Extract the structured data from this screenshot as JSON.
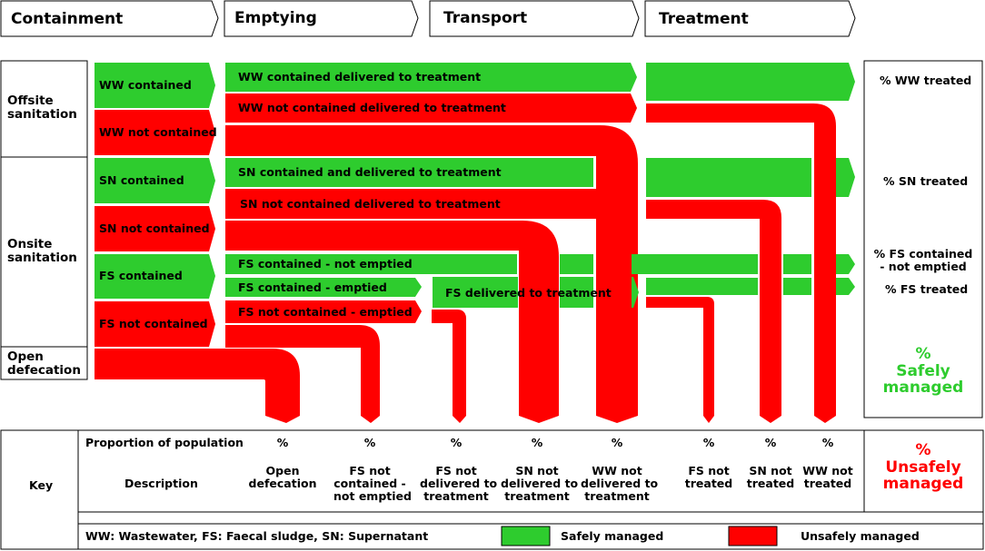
{
  "colors": {
    "safe": "#2ecc2e",
    "unsafe": "#ff0000",
    "border": "#000000"
  },
  "stages": [
    "Containment",
    "Emptying",
    "Transport",
    "Treatment"
  ],
  "row_groups": {
    "offsite": "Offsite\nsanitation",
    "onsite": "Onsite\nsanitation",
    "open": "Open\ndefecation"
  },
  "containment": {
    "ww_contained": "WW contained",
    "ww_not_contained": "WW not contained",
    "sn_contained": "SN contained",
    "sn_not_contained": "SN not contained",
    "fs_contained": "FS contained",
    "fs_not_contained": "FS not contained"
  },
  "flows": {
    "ww_contained_delivered": "WW contained delivered to treatment",
    "ww_not_contained_delivered": "WW not contained delivered to treatment",
    "sn_contained_delivered": "SN contained and delivered to treatment",
    "sn_not_contained_delivered": "SN not contained delivered to treatment",
    "fs_contained_not_emptied": "FS contained - not emptied",
    "fs_contained_emptied": "FS contained - emptied",
    "fs_not_contained_emptied": "FS not contained - emptied",
    "fs_delivered": "FS delivered to treatment"
  },
  "outcomes": {
    "ww_treated": "% WW treated",
    "sn_treated": "% SN treated",
    "fs_contained_not_emptied": "% FS contained\n- not emptied",
    "fs_treated": "% FS treated",
    "safely_managed": "%\nSafely\nmanaged",
    "unsafely_managed": "%\nUnsafely\nmanaged"
  },
  "key": {
    "title": "Key",
    "proportion_label": "Proportion of population",
    "description_label": "Description",
    "percent": "%",
    "columns": [
      "Open\ndefecation",
      "FS not\ncontained -\nnot emptied",
      "FS not\ndelivered to\ntreatment",
      "SN not\ndelivered to\ntreatment",
      "WW not\ndelivered to\ntreatment",
      "FS not\ntreated",
      "SN not\ntreated",
      "WW not\ntreated"
    ],
    "abbreviations": "WW: Wastewater, FS: Faecal sludge, SN: Supernatant",
    "safe_label": "Safely managed",
    "unsafe_label": "Unsafely managed"
  }
}
